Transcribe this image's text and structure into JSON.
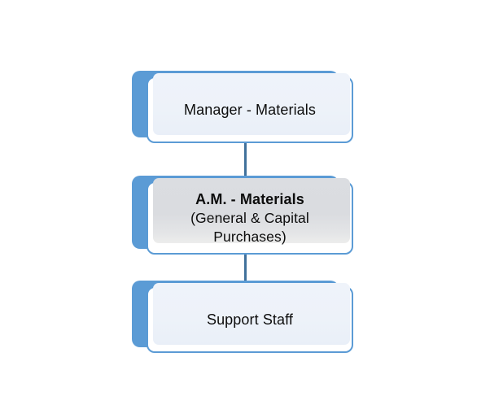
{
  "diagram": {
    "type": "organization-chart",
    "orientation": "vertical",
    "background_color": "#FFFFFF",
    "colors": {
      "shadow_blue": "#5B9BD5",
      "border_blue": "#5B9BD5",
      "connector_blue": "#41719C",
      "fill_light": "#EDF2F9",
      "fill_gray": "#DCDDE1",
      "text": "#0D0D0D",
      "frame_white": "#FFFFFF"
    },
    "nodes": [
      {
        "id": "manager",
        "title": "Manager - Materials",
        "subtitle": "",
        "level": 1,
        "emphasis": false,
        "fill_style": "light"
      },
      {
        "id": "am",
        "title": "A.M. - Materials",
        "subtitle": "(General & Capital Purchases)",
        "level": 2,
        "emphasis": true,
        "fill_style": "gray"
      },
      {
        "id": "support",
        "title": "Support Staff",
        "subtitle": "",
        "level": 3,
        "emphasis": false,
        "fill_style": "light"
      }
    ],
    "connectors": [
      {
        "id": "manager-to-am",
        "from": "manager",
        "to": "am",
        "style": "vertical-line"
      },
      {
        "id": "am-to-support",
        "from": "am",
        "to": "support",
        "style": "vertical-line"
      }
    ]
  }
}
